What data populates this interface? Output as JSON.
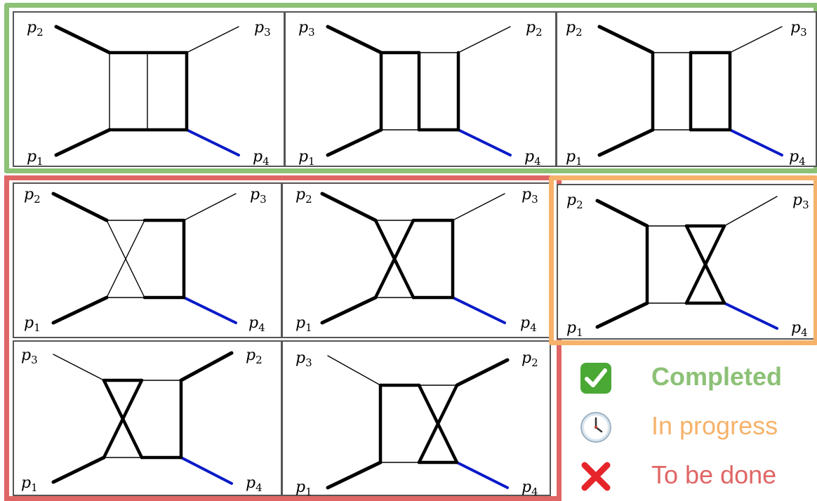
{
  "labels": {
    "p1": "p",
    "p1_sub": "1",
    "p2": "p",
    "p2_sub": "2",
    "p3": "p",
    "p3_sub": "3",
    "p4": "p",
    "p4_sub": "4"
  },
  "panels": [
    {
      "id": "r1c1",
      "topology": "planar double box",
      "corners": [
        "p2",
        "p3",
        "p1",
        "p4"
      ],
      "status": "completed"
    },
    {
      "id": "r1c2",
      "topology": "planar double box",
      "corners": [
        "p3",
        "p2",
        "p1",
        "p4"
      ],
      "status": "completed"
    },
    {
      "id": "r1c3",
      "topology": "planar double box",
      "corners": [
        "p2",
        "p3",
        "p1",
        "p4"
      ],
      "status": "completed"
    },
    {
      "id": "r2c1",
      "topology": "non-planar crossed box",
      "corners": [
        "p2",
        "p3",
        "p1",
        "p4"
      ],
      "status": "to-be-done"
    },
    {
      "id": "r2c2",
      "topology": "non-planar crossed box",
      "corners": [
        "p2",
        "p3",
        "p1",
        "p4"
      ],
      "status": "to-be-done"
    },
    {
      "id": "r2c3",
      "topology": "non-planar crossed box",
      "corners": [
        "p2",
        "p3",
        "p1",
        "p4"
      ],
      "status": "in-progress"
    },
    {
      "id": "r3c1",
      "topology": "non-planar crossed box",
      "corners": [
        "p3",
        "p2",
        "p1",
        "p4"
      ],
      "status": "to-be-done"
    },
    {
      "id": "r3c2",
      "topology": "non-planar crossed box",
      "corners": [
        "p3",
        "p2",
        "p1",
        "p4"
      ],
      "status": "to-be-done"
    }
  ],
  "legend": {
    "completed": {
      "label": "Completed",
      "color": "#8cc176",
      "icon": "check-mark-icon"
    },
    "in_progress": {
      "label": "In progress",
      "color": "#f6b26b",
      "icon": "clock-icon"
    },
    "to_be_done": {
      "label": "To be done",
      "color": "#e06666",
      "icon": "cross-mark-icon"
    }
  },
  "colors": {
    "completed_border": "#8cc176",
    "in_progress_border": "#f6b26b",
    "to_be_done_border": "#e06666",
    "massive_line": "#0a1ac8",
    "line": "#000000"
  }
}
